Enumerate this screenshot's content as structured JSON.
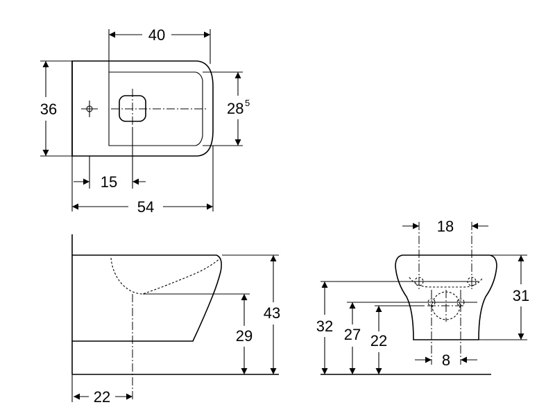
{
  "dimensions": {
    "top_width_40": "40",
    "top_depth_36": "36",
    "top_inner_28": "28",
    "top_inner_28_sup": "5",
    "top_hole_15": "15",
    "top_length_54": "54",
    "side_height_43": "43",
    "side_outlet_29": "29",
    "side_outlet_22": "22",
    "front_spacing_18": "18",
    "front_height_31": "31",
    "front_height_32": "32",
    "front_height_27": "27",
    "front_height_22": "22",
    "front_width_8": "8"
  }
}
